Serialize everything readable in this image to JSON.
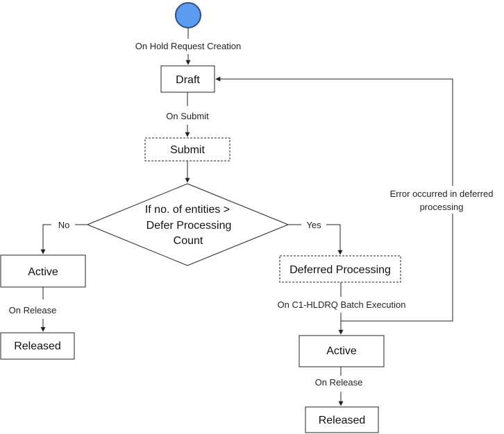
{
  "diagram": {
    "nodes": {
      "draft": "Draft",
      "submit": "Submit",
      "decision": [
        "If no. of entities >",
        "Defer Processing",
        "Count"
      ],
      "active_left": "Active",
      "released_left": "Released",
      "deferred": "Deferred Processing",
      "active_right": "Active",
      "released_right": "Released"
    },
    "edges": {
      "on_hold_request_creation": "On Hold Request Creation",
      "on_submit": "On Submit",
      "no": "No",
      "yes": "Yes",
      "on_release_left": "On Release",
      "on_c1_hldrq": "On C1-HLDRQ Batch Execution",
      "error": [
        "Error occurred in deferred",
        "processing"
      ],
      "on_release_right": "On Release"
    },
    "colors": {
      "start": "#5b9bf0",
      "start_stroke": "#2f4f7f",
      "line": "#222222"
    }
  }
}
